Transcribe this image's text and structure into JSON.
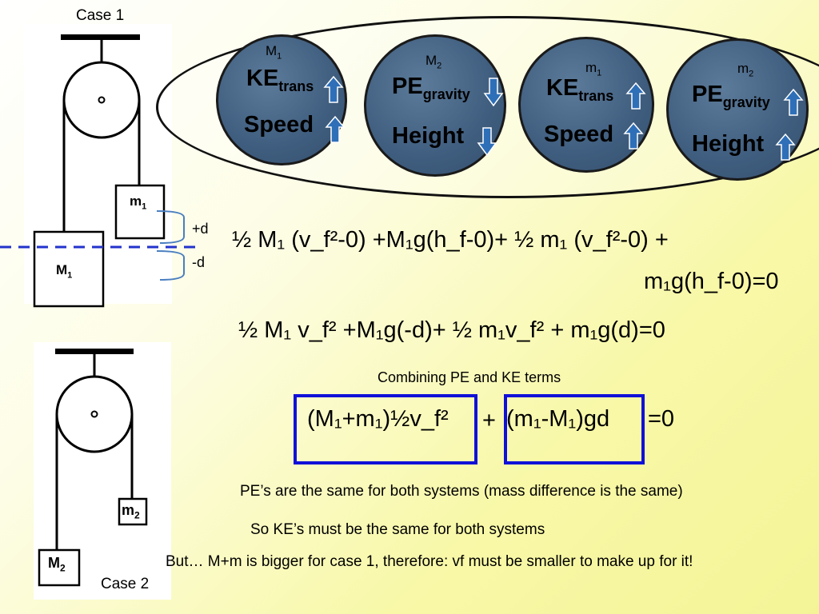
{
  "case1": {
    "caption": "Case 1",
    "big_mass": "M",
    "big_mass_sub": "1",
    "small_mass": "m",
    "small_mass_sub": "1",
    "plus_d": "+d",
    "minus_d": "-d"
  },
  "case2": {
    "caption": "Case 2",
    "big_mass": "M",
    "big_mass_sub": "2",
    "small_mass": "m",
    "small_mass_sub": "2"
  },
  "circles": [
    {
      "mass": "M",
      "mass_sub": "1",
      "energy": "KE",
      "energy_sub": "trans",
      "energy_dir": "up",
      "quantity": "Speed",
      "quantity_dir": "up"
    },
    {
      "mass": "M",
      "mass_sub": "2",
      "energy": "PE",
      "energy_sub": "gravity",
      "energy_dir": "down",
      "quantity": "Height",
      "quantity_dir": "down"
    },
    {
      "mass": "m",
      "mass_sub": "1",
      "energy": "KE",
      "energy_sub": "trans",
      "energy_dir": "up",
      "quantity": "Speed",
      "quantity_dir": "up"
    },
    {
      "mass": "m",
      "mass_sub": "2",
      "energy": "PE",
      "energy_sub": "gravity",
      "energy_dir": "up",
      "quantity": "Height",
      "quantity_dir": "up"
    }
  ],
  "equations": {
    "eq1_line1": "½ M₁ (v_f²-0) +M₁g(h_f-0)+ ½ m₁ (v_f²-0) +",
    "eq1_line2": "m₁g(h_f-0)=0",
    "eq2": "½ M₁ v_f² +M₁g(-d)+ ½ m₁v_f² + m₁g(d)=0",
    "combining_label": "Combining PE and KE terms",
    "eq3_box1": "(M₁+m₁)½v_f²",
    "eq3_plus": "+",
    "eq3_box2": "(m₁-M₁)gd",
    "eq3_end": "=0"
  },
  "notes": {
    "pe_same": "PE’s are the same for both systems (mass difference is the same)",
    "ke_same": "So KE’s must be the same for both systems",
    "conclusion": "But… M+m is bigger for case 1, therefore: vf must be smaller to make up for it!"
  },
  "colors": {
    "circle_fill": "#3f5d7e",
    "arrow_blue": "#2e6fb8",
    "box_blue": "#1010d8",
    "dashed_line": "#2233cc",
    "bracket": "#4a7fc0"
  }
}
